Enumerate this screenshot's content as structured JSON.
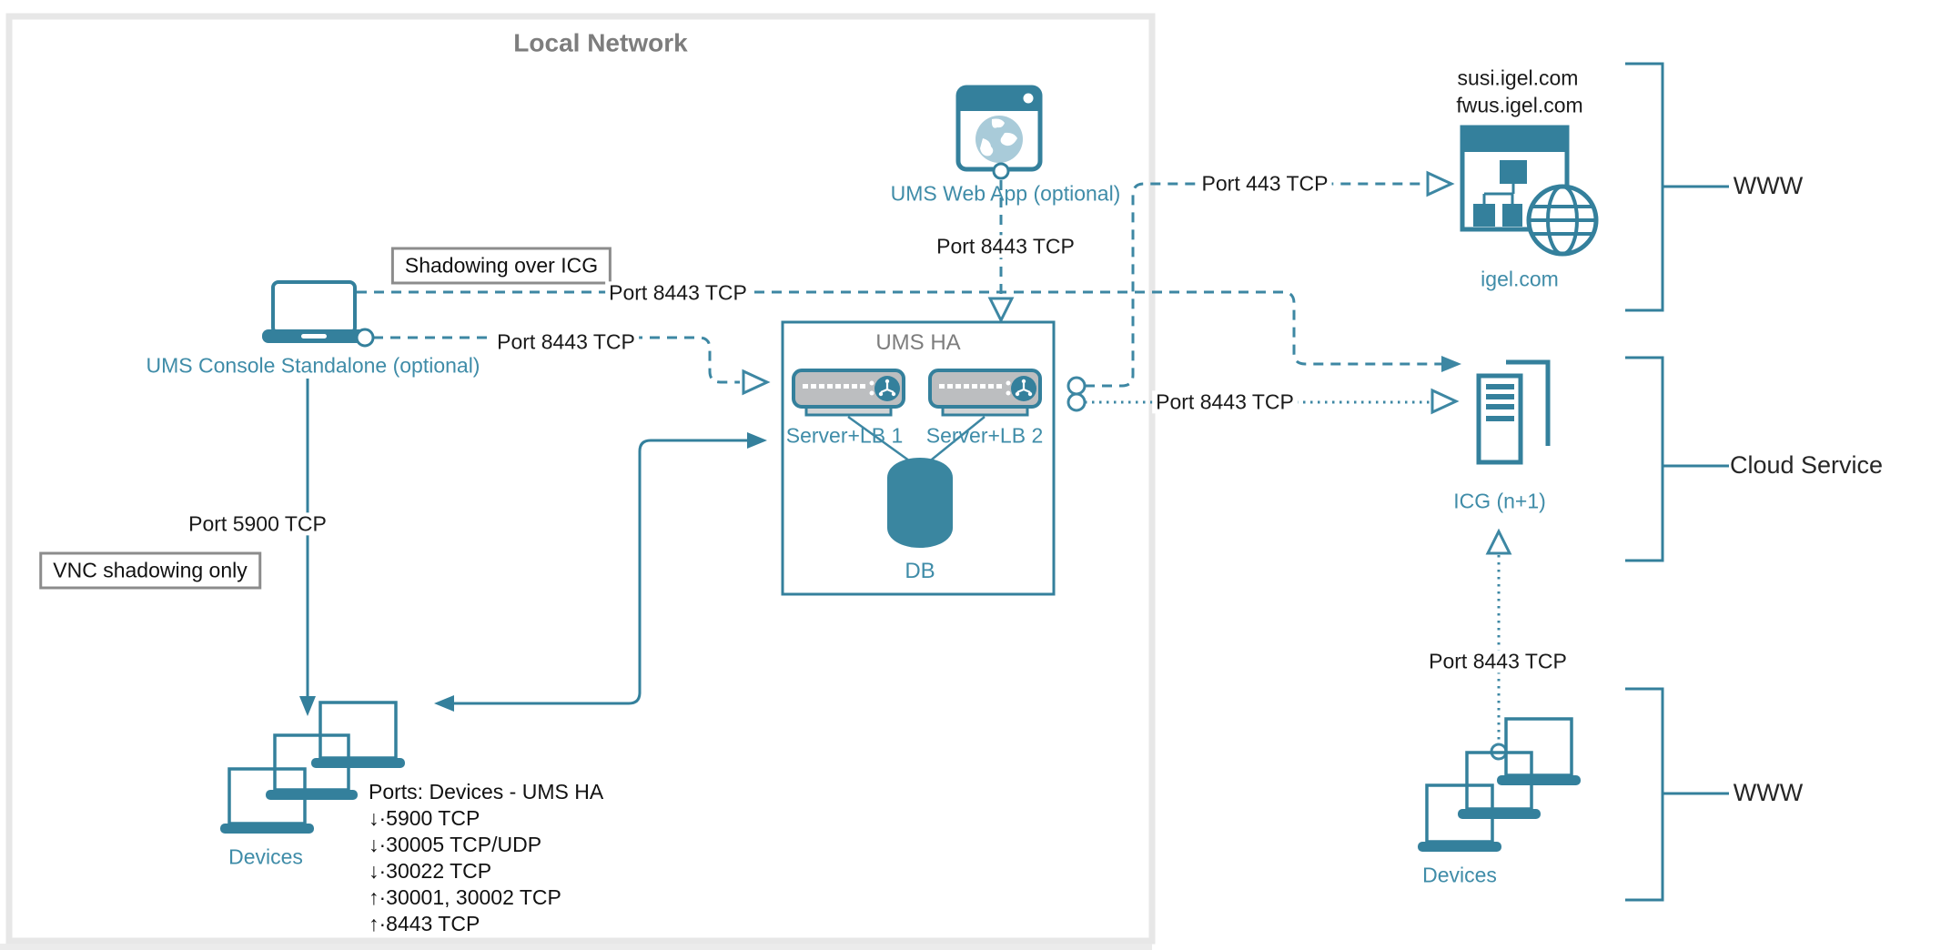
{
  "diagram_title": "IGEL UMS High Availability network diagram",
  "colors": {
    "teal_shape": "#34809c",
    "teal_line": "#3d87a3",
    "teal_text": "#3f8ca8",
    "server_gray": "#bcbec0",
    "border_gray": "#e7e7e7",
    "note_border_gray": "#8c8c8c",
    "gray_text": "#7d7d7d",
    "black_text": "#1a1a1a"
  },
  "local_network": {
    "title": "Local Network"
  },
  "console": {
    "label": "UMS Console Standalone (optional)"
  },
  "web_app": {
    "label": "UMS Web App (optional)",
    "port_to_ums": "Port 8443 TCP"
  },
  "annotations": {
    "shadowing": "Shadowing over ICG",
    "vnc": "VNC shadowing only"
  },
  "connections": {
    "console_to_icg": "Port 8443 TCP",
    "console_to_ums": "Port 8443 TCP",
    "console_to_devices": "Port 5900 TCP",
    "ums_to_igel": "Port 443 TCP",
    "ums_to_icg": "Port 8443 TCP",
    "devices_to_icg": "Port 8443 TCP"
  },
  "ums_ha": {
    "title": "UMS HA",
    "server1": "Server+LB 1",
    "server2": "Server+LB 2",
    "db": "DB"
  },
  "devices_local": {
    "label": "Devices"
  },
  "devices_www": {
    "label": "Devices"
  },
  "igel": {
    "domain1": "susi.igel.com",
    "domain2": "fwus.igel.com",
    "label": "igel.com"
  },
  "icg": {
    "label": "ICG (n+1)"
  },
  "ports_list": {
    "title": "Ports: Devices - UMS HA",
    "items": [
      "↓·5900 TCP",
      "↓·30005 TCP/UDP",
      "↓·30022 TCP",
      "↑·30001, 30002 TCP",
      "↑·8443 TCP"
    ]
  },
  "zones": {
    "www_top": "WWW",
    "cloud": "Cloud Service",
    "www_bottom": "WWW"
  }
}
